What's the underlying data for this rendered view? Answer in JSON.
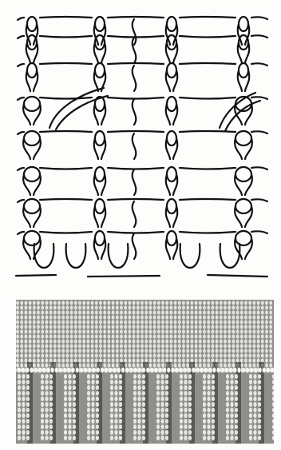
{
  "figure": {
    "diagram": {
      "subject": "knitting-stitch-loop-diagram",
      "wale_count": 5,
      "course_count": 8
    },
    "photo": {
      "subject": "knitted-fabric-rib-transition-photo"
    }
  },
  "colors": {
    "paper": "#fdfdfb",
    "ink": "#111111",
    "yarn_light": "#efefea",
    "fabric_shadow": "#2b2b2b"
  }
}
